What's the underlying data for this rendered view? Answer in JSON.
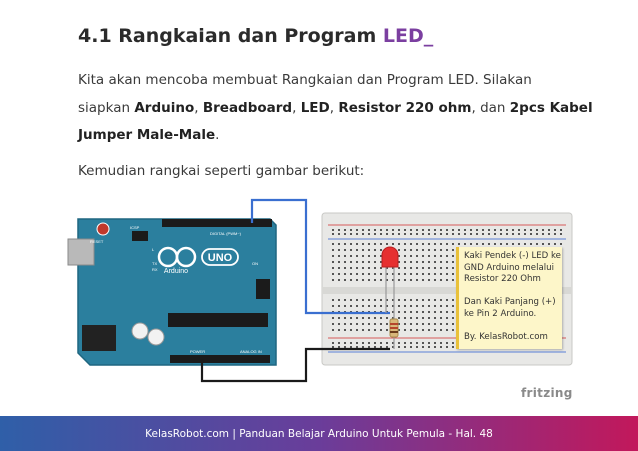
{
  "heading": {
    "number_title": "4.1 Rangkaian dan Program",
    "accent": "LED_"
  },
  "paragraph1": {
    "line1": "Kita akan mencoba membuat Rangkaian dan Program LED. Silakan",
    "line2_prefix": "siapkan",
    "item_arduino": "Arduino",
    "item_breadboard": "Breadboard",
    "item_led": "LED",
    "item_resistor": "Resistor 220 ohm",
    "line2_and": "dan",
    "item_cable_a": "2pcs Kabel",
    "item_cable_b": "Jumper Male-Male",
    "end": "."
  },
  "paragraph2": "Kemudian rangkai seperti gambar berikut:",
  "figure": {
    "board_label": "UNO",
    "brand": "Arduino",
    "reset_label": "RESET",
    "digital_label": "DIGITAL (PWM~)",
    "analog_label": "ANALOG IN",
    "power_label": "POWER",
    "tx_label": "TX",
    "rx_label": "RX",
    "on_label": "ON",
    "l_label": "L",
    "icsp_label": "ICSP",
    "note_lines": [
      "Kaki Pendek (-) LED ke",
      "GND Arduino melalui",
      "Resistor 220 Ohm",
      "",
      "Dan Kaki Panjang (+)",
      "ke Pin 2 Arduino.",
      "",
      "By. KelasRobot.com"
    ],
    "watermark": "fritzing",
    "colors": {
      "board": "#2b7f9e",
      "wire": "#1a1a1a",
      "wire_blue": "#3a6fd0",
      "led": "#e63030",
      "breadboard": "#e8e8e6"
    }
  },
  "footer": {
    "text": "KelasRobot.com | Panduan Belajar Arduino Untuk Pemula - Hal. 48"
  }
}
